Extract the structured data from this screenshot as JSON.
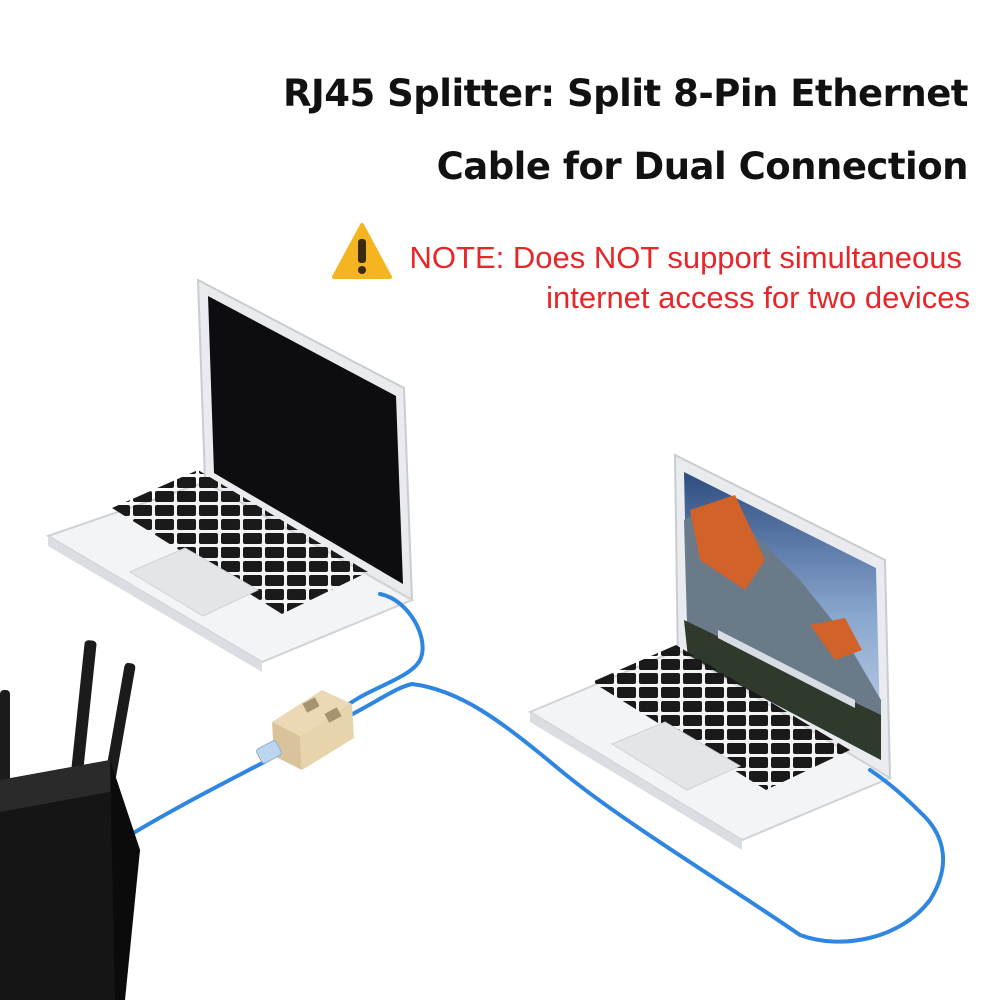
{
  "title": {
    "line1": "RJ45 Splitter: Split 8-Pin Ethernet",
    "line2": "Cable for Dual Connection"
  },
  "note": {
    "line1": "NOTE: Does NOT support simultaneous",
    "line2": "internet access for two devices"
  },
  "colors": {
    "title": "#111111",
    "note": "#e8262a",
    "cable": "#2f86e0",
    "warning": "#f4b521"
  },
  "icons": [
    "warning-icon"
  ]
}
